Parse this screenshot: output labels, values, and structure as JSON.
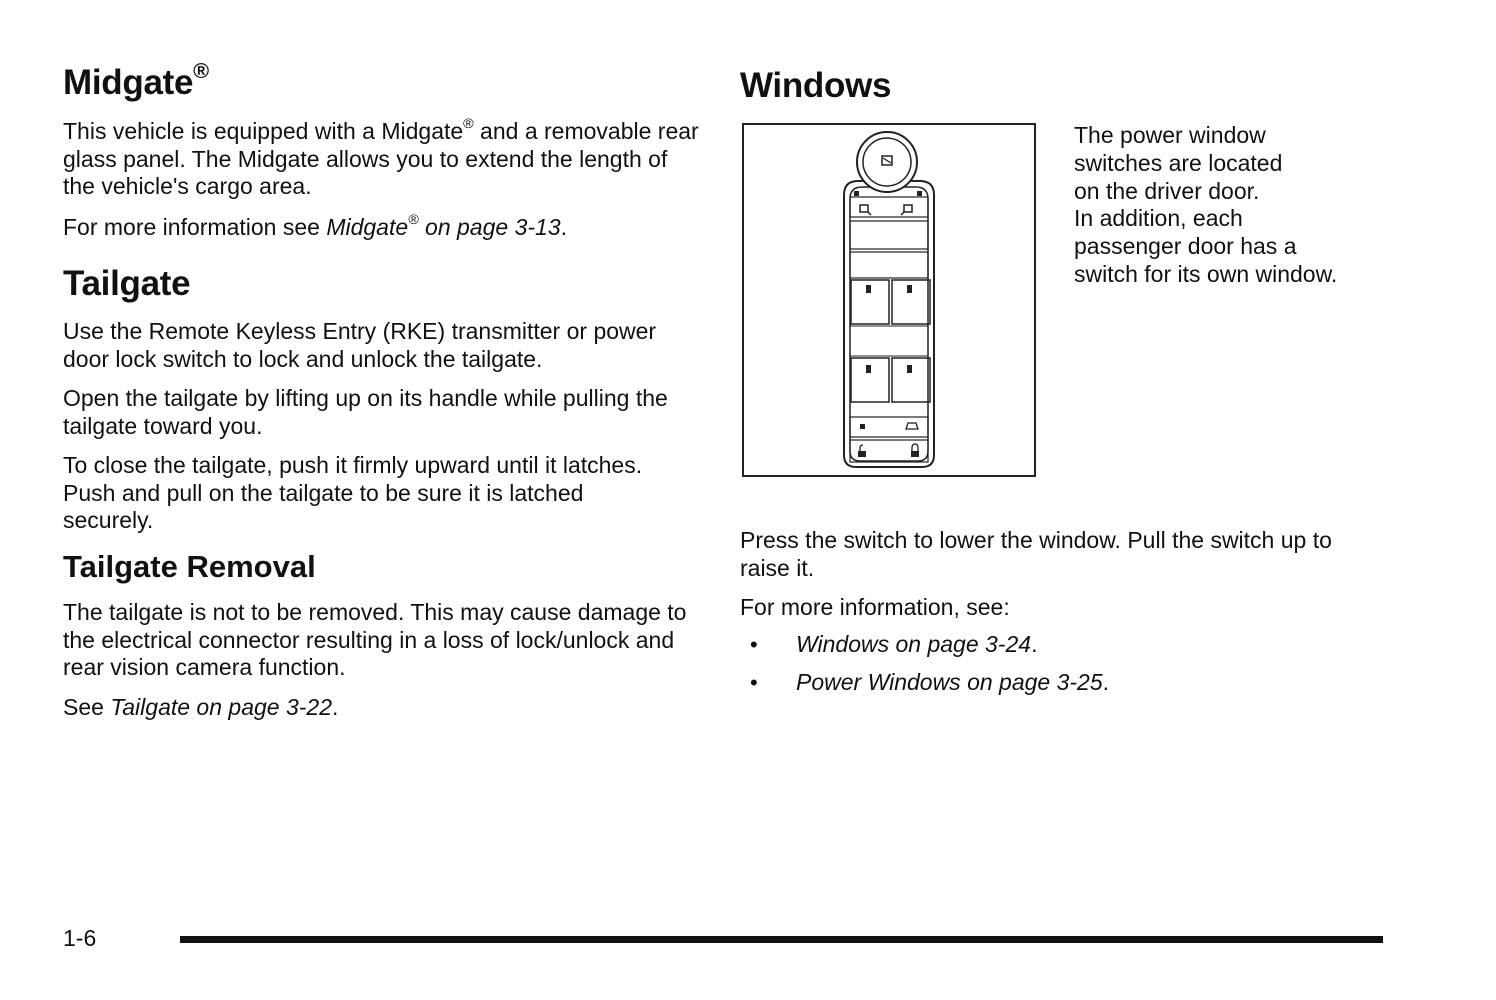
{
  "left": {
    "midgate": {
      "title": "Midgate",
      "reg": "®",
      "p1_a": "This vehicle is equipped with a Midgate",
      "p1_reg": "®",
      "p1_b": " and a removable rear glass panel. The Midgate allows you to extend the length of the vehicle's cargo area.",
      "p2_a": "For more information see ",
      "p2_link": "Midgate",
      "p2_reg": "®",
      "p2_link2": " on page 3-13",
      "p2_end": "."
    },
    "tailgate": {
      "title": "Tailgate",
      "p1": "Use the Remote Keyless Entry (RKE) transmitter or power door lock switch to lock and unlock the tailgate.",
      "p2": "Open the tailgate by lifting up on its handle while pulling the tailgate toward you.",
      "p3": "To close the tailgate, push it firmly upward until it latches. Push and pull on the tailgate to be sure it is latched securely."
    },
    "tailgate_removal": {
      "title": "Tailgate Removal",
      "p1": "The tailgate is not to be removed. This may cause damage to the electrical connector resulting in a loss of lock/unlock and rear vision camera function.",
      "p2_a": "See ",
      "p2_link": "Tailgate on page 3-22",
      "p2_end": "."
    }
  },
  "right": {
    "windows": {
      "title": "Windows",
      "caption_lines": [
        "The power window",
        "switches are located",
        "on the driver door.",
        "In addition, each",
        "passenger door has a",
        "switch for its own window."
      ],
      "p1": "Press the switch to lower the window. Pull the switch up to raise it.",
      "p2": "For more information, see:",
      "bullets": [
        {
          "link": "Windows on page 3-24",
          "end": "."
        },
        {
          "link": "Power Windows on page 3-25",
          "end": "."
        }
      ],
      "bullet_glyph": "•"
    }
  },
  "footer": {
    "page_number": "1-6"
  }
}
